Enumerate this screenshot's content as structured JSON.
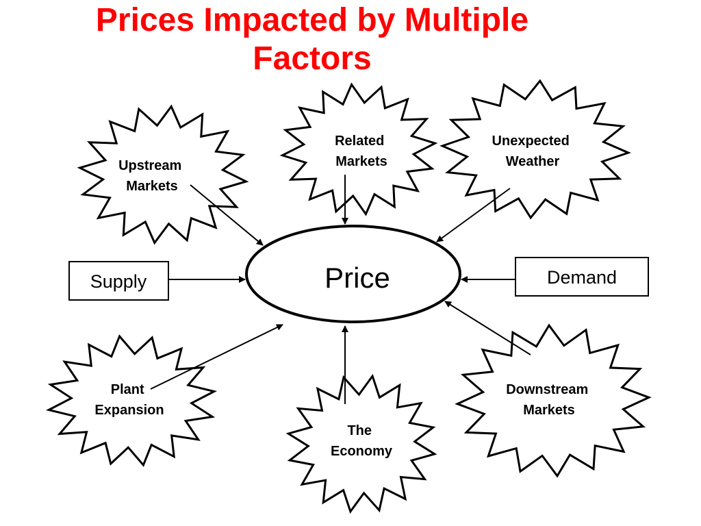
{
  "slide": {
    "title_lines": [
      "Prices Impacted by Multiple",
      "Factors"
    ],
    "title_color": "#ff0000"
  },
  "center": {
    "label": "Price"
  },
  "boxes": {
    "supply": "Supply",
    "demand": "Demand"
  },
  "bursts": {
    "upstream": [
      "Upstream",
      "Markets"
    ],
    "related": [
      "Related",
      "Markets"
    ],
    "weather": [
      "Unexpected",
      "Weather"
    ],
    "plant": [
      "Plant",
      "Expansion"
    ],
    "economy": [
      "The",
      "Economy"
    ],
    "downstream": [
      "Downstream",
      "Markets"
    ]
  },
  "colors": {
    "stroke": "#000000",
    "fill": "#ffffff"
  }
}
